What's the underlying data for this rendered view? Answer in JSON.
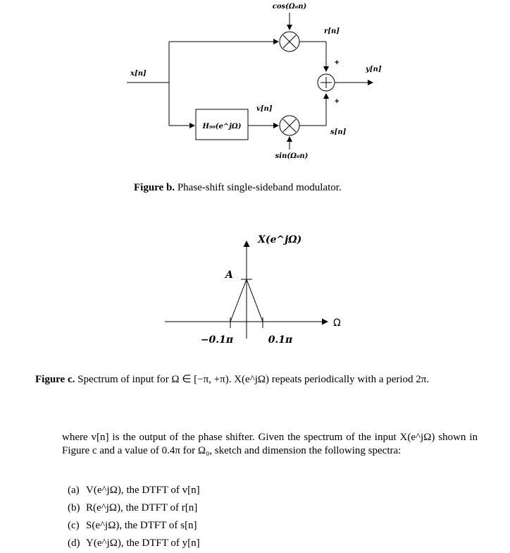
{
  "figure_b": {
    "label_cos": "cos(Ω₀n)",
    "label_r": "r[n]",
    "label_x": "x[n]",
    "label_y": "y[n]",
    "label_v": "v[n]",
    "label_s": "s[n]",
    "label_sin": "sin(Ω₀n)",
    "block_h": "H₉₀(e^jΩ)",
    "sign_plus_top": "+",
    "sign_plus_bottom": "+",
    "caption_prefix": "Figure b.",
    "caption_text": "Phase-shift single-sideband modulator."
  },
  "figure_c": {
    "y_label": "X(e^jΩ)",
    "peak_label": "A",
    "x_axis_label": "Ω",
    "tick_left": "−0.1π",
    "tick_right": "0.1π",
    "caption_prefix": "Figure c.",
    "caption_text": "Spectrum of input for Ω ∈ [−π, +π). X(e^jΩ) repeats periodically with a period 2π."
  },
  "chart_data": {
    "type": "line",
    "x": [
      "-0.1π",
      "0",
      "0.1π"
    ],
    "values": [
      0,
      "A",
      0
    ],
    "ylabel": "X(e^jΩ)",
    "xlabel": "Ω"
  },
  "body": {
    "paragraph": "where v[n] is the output of the phase shifter. Given the spectrum of the input X(e^jΩ) shown in Figure c and a value of 0.4π for Ω₀, sketch and dimension the following spectra:",
    "parts": [
      {
        "tag": "(a)",
        "text": "V(e^jΩ), the DTFT of v[n]"
      },
      {
        "tag": "(b)",
        "text": "R(e^jΩ), the DTFT of r[n]"
      },
      {
        "tag": "(c)",
        "text": "S(e^jΩ), the DTFT of s[n]"
      },
      {
        "tag": "(d)",
        "text": "Y(e^jΩ), the DTFT of y[n]"
      }
    ]
  }
}
